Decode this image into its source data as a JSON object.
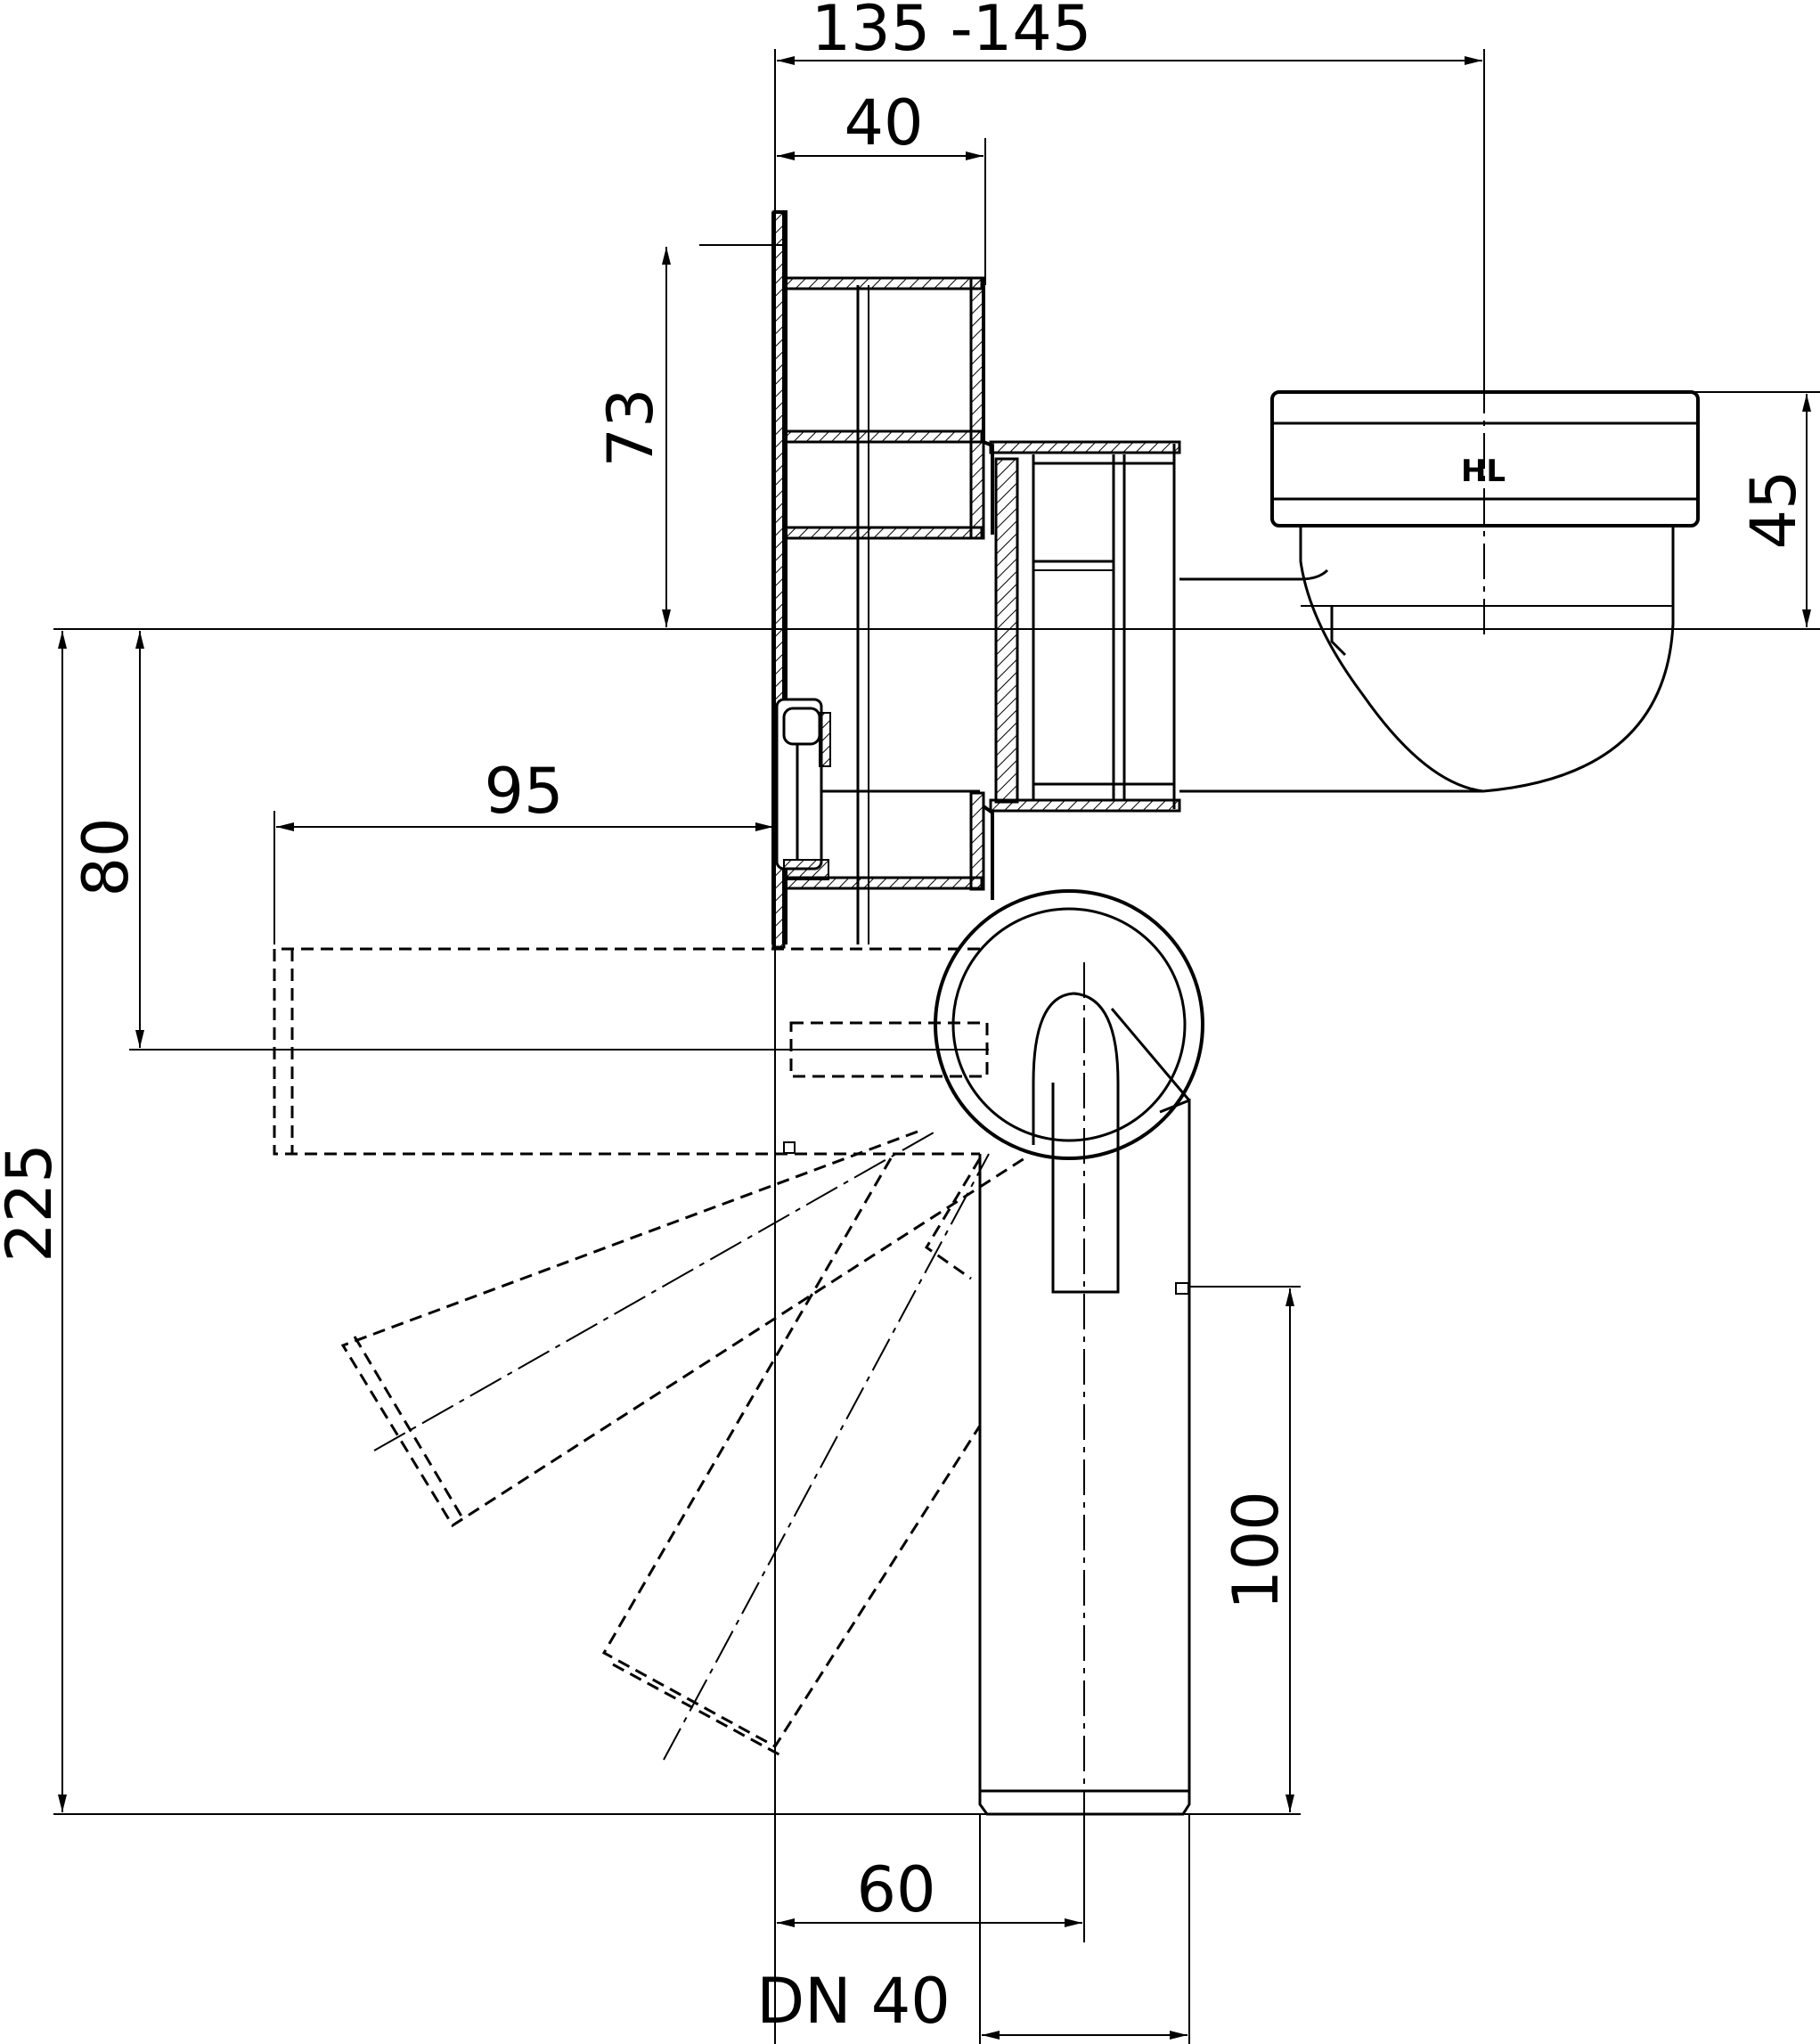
{
  "drawing": {
    "logo": "HL",
    "dimensions": {
      "top_width": "135 -145",
      "flange_depth": "40",
      "flange_height": "73",
      "cap_height": "45",
      "outlet_offset": "95",
      "outlet_height": "80",
      "total_height": "225",
      "tail_length": "100",
      "tail_offset": "60",
      "nominal_diameter": "DN 40"
    }
  }
}
